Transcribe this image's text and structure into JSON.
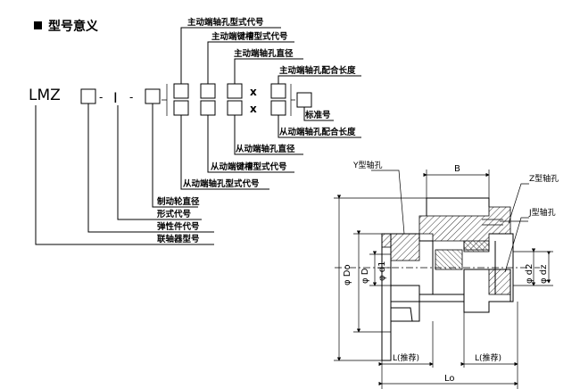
{
  "title": "型号意义",
  "model": {
    "prefix": "LMZ",
    "separator_i": "I",
    "dash": "-",
    "times": "x"
  },
  "labels": {
    "drive_hole_type": "主动端轴孔型式代号",
    "drive_keyway_type": "主动端键槽型式代号",
    "drive_hole_dia": "主动端轴孔直径",
    "drive_fit_length": "主动端轴孔配合长度",
    "standard_no": "标准号",
    "driven_fit_length": "从动端轴孔配合长度",
    "driven_hole_dia": "从动端轴孔直径",
    "driven_keyway_type": "从动端键槽型式代号",
    "driven_hole_type": "从动端轴孔型式代号",
    "brake_wheel_dia": "制动轮直径",
    "form_code": "形式代号",
    "elastic_code": "弹性件代号",
    "coupling_model": "联轴器型号"
  },
  "drawing": {
    "y_hole": "Y型轴孔",
    "z_hole": "Z型轴孔",
    "j_hole": "J型轴孔",
    "b": "B",
    "phi_do": "φ Do",
    "phi_d": "φ D",
    "phi_d1": "φ d1",
    "phi_d2": "φ d2",
    "phi_dz": "φ dz",
    "l_left": "L(推荐)",
    "l_right": "L(推荐)",
    "lo": "Lo"
  }
}
